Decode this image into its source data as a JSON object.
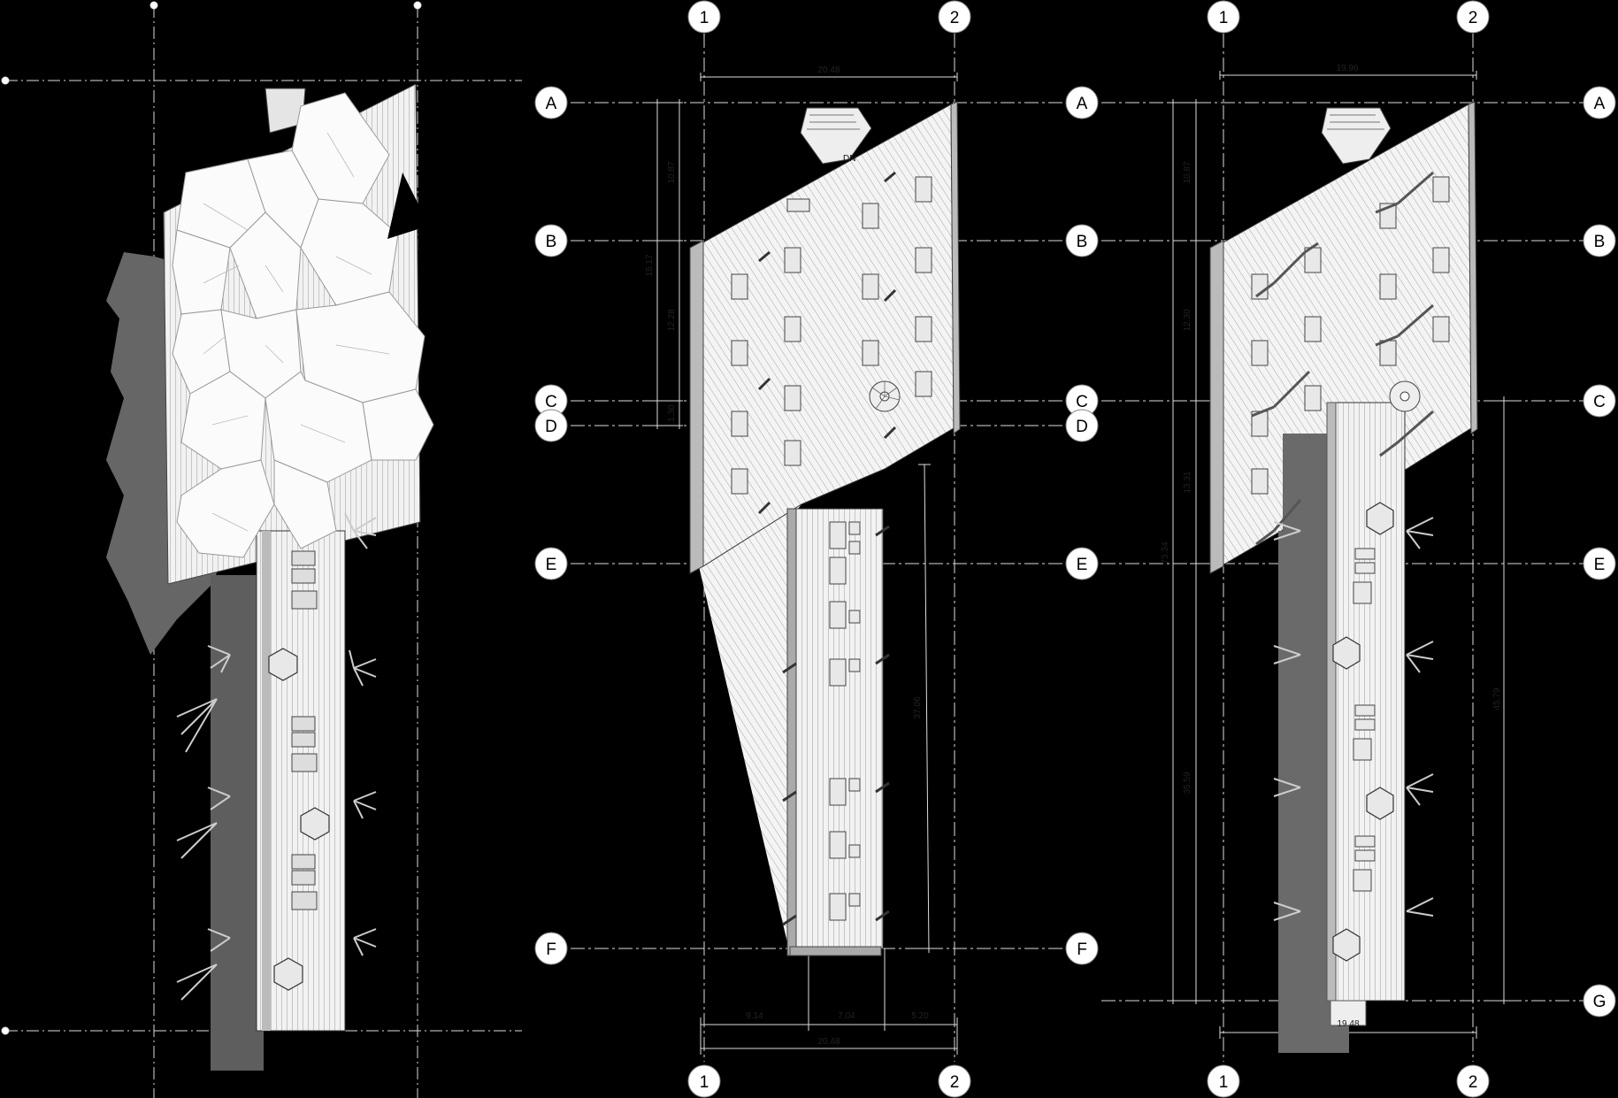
{
  "drawings": {
    "middle": {
      "top_labels": [
        "1",
        "2"
      ],
      "bottom_labels": [
        "1",
        "2"
      ],
      "row_labels": [
        "A",
        "B",
        "C",
        "D",
        "E",
        "F"
      ],
      "stair_label": "DN",
      "dims_top": "20.48",
      "dims_left": [
        "10.87",
        "15.17",
        "12.28",
        "1.30"
      ],
      "dims_right": "37.06",
      "dims_bottom": [
        "9.14",
        "7.04",
        "5.20"
      ],
      "dims_bottom_total": "20.48"
    },
    "right": {
      "top_labels": [
        "1",
        "2"
      ],
      "bottom_labels": [
        "1",
        "2"
      ],
      "row_labels": [
        "A",
        "B",
        "C",
        "E",
        "G"
      ],
      "dims_top": "19.96",
      "dims_left": [
        "10.87",
        "12.30",
        "13.31",
        "35.59"
      ],
      "dims_left_total": "73.34",
      "dims_right": "45.79",
      "dims_bottom_label": "19.48"
    }
  }
}
